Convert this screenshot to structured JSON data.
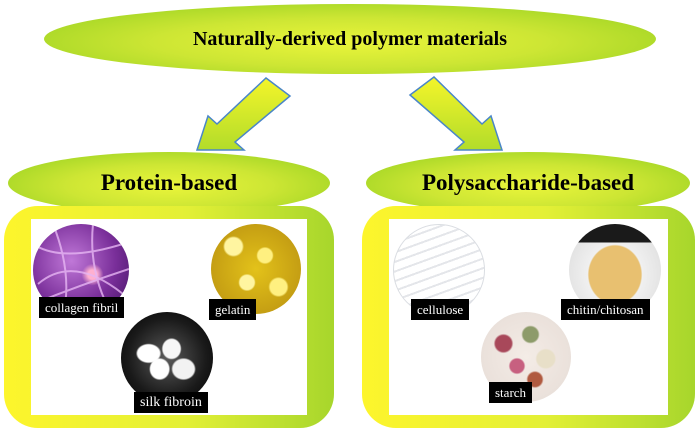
{
  "title": "Naturally-derived polymer materials",
  "categories": [
    {
      "heading": "Protein-based",
      "materials": [
        "collagen fibril",
        "gelatin",
        "silk fibroin"
      ]
    },
    {
      "heading": "Polysaccharide-based",
      "materials": [
        "cellulose",
        "chitin/chitosan",
        "starch"
      ]
    }
  ],
  "colors": {
    "accent_yellow": "#eaf53a",
    "accent_green": "#8fce1e",
    "label_bg": "#000000",
    "label_text": "#ffffff"
  }
}
